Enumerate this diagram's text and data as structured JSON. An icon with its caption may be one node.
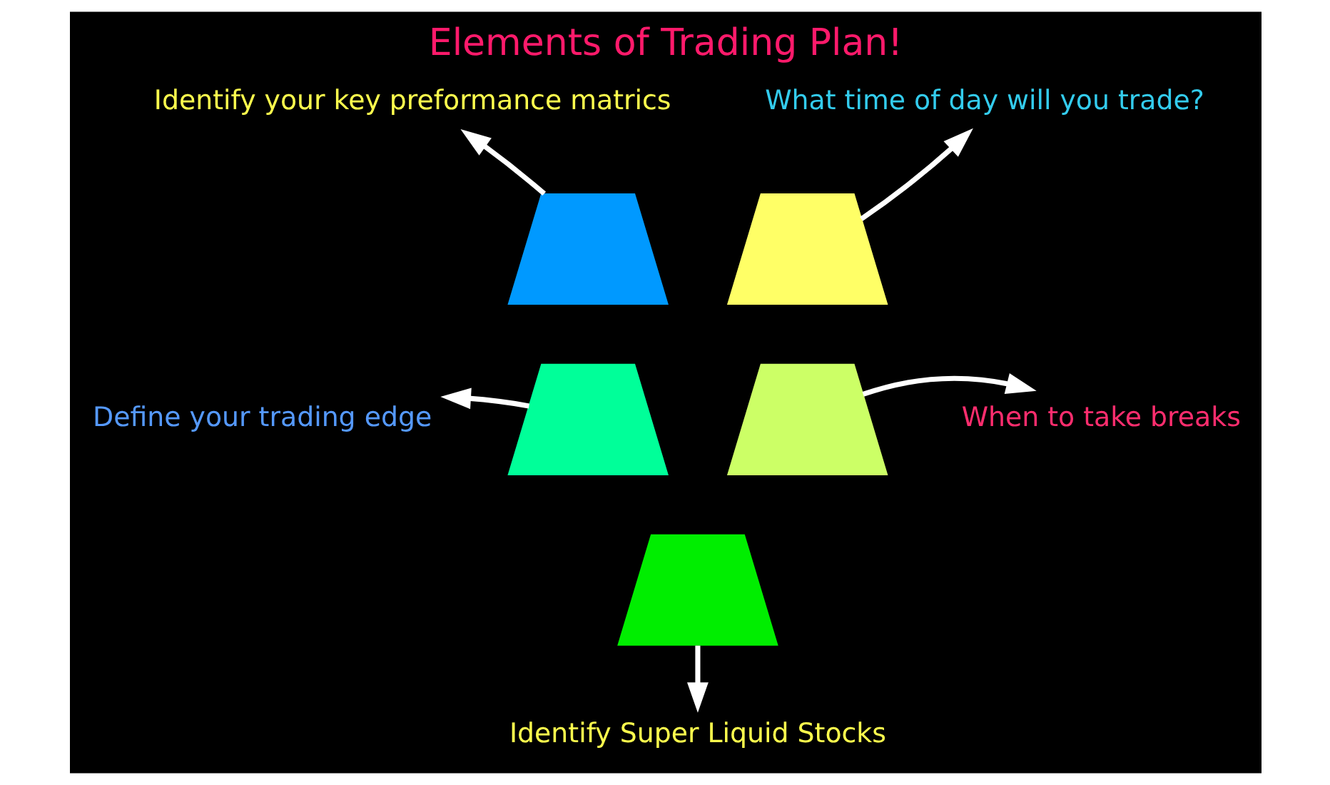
{
  "diagram": {
    "title": "Elements of Trading Plan!",
    "nodes": [
      {
        "text": [],
        "shape": "wedge"
      },
      {
        "text": [],
        "shape": "wedge"
      },
      {
        "text": [],
        "shape": "wedge"
      },
      {
        "text": [],
        "shape": "wedge"
      },
      {
        "text": [],
        "shape": "wedge"
      },
      {
        "text": [
          "Identify your key preformance matrics"
        ]
      },
      {
        "text": [
          "What time of day will you trade?"
        ]
      },
      {
        "text": [
          "Define your trading edge"
        ]
      },
      {
        "text": [
          "When to take breaks"
        ]
      },
      {
        "text": [
          "Identify Super Liquid Stocks"
        ]
      }
    ],
    "edges": [
      {
        "from": 0,
        "to": 6,
        "arrow": "to"
      },
      {
        "from": 1,
        "to": 8,
        "arrow": "to"
      },
      {
        "from": 2,
        "to": 9,
        "arrow": "to"
      },
      {
        "from": 3,
        "to": 7,
        "arrow": "to"
      },
      {
        "from": 4,
        "to": 5,
        "arrow": "to"
      }
    ]
  }
}
